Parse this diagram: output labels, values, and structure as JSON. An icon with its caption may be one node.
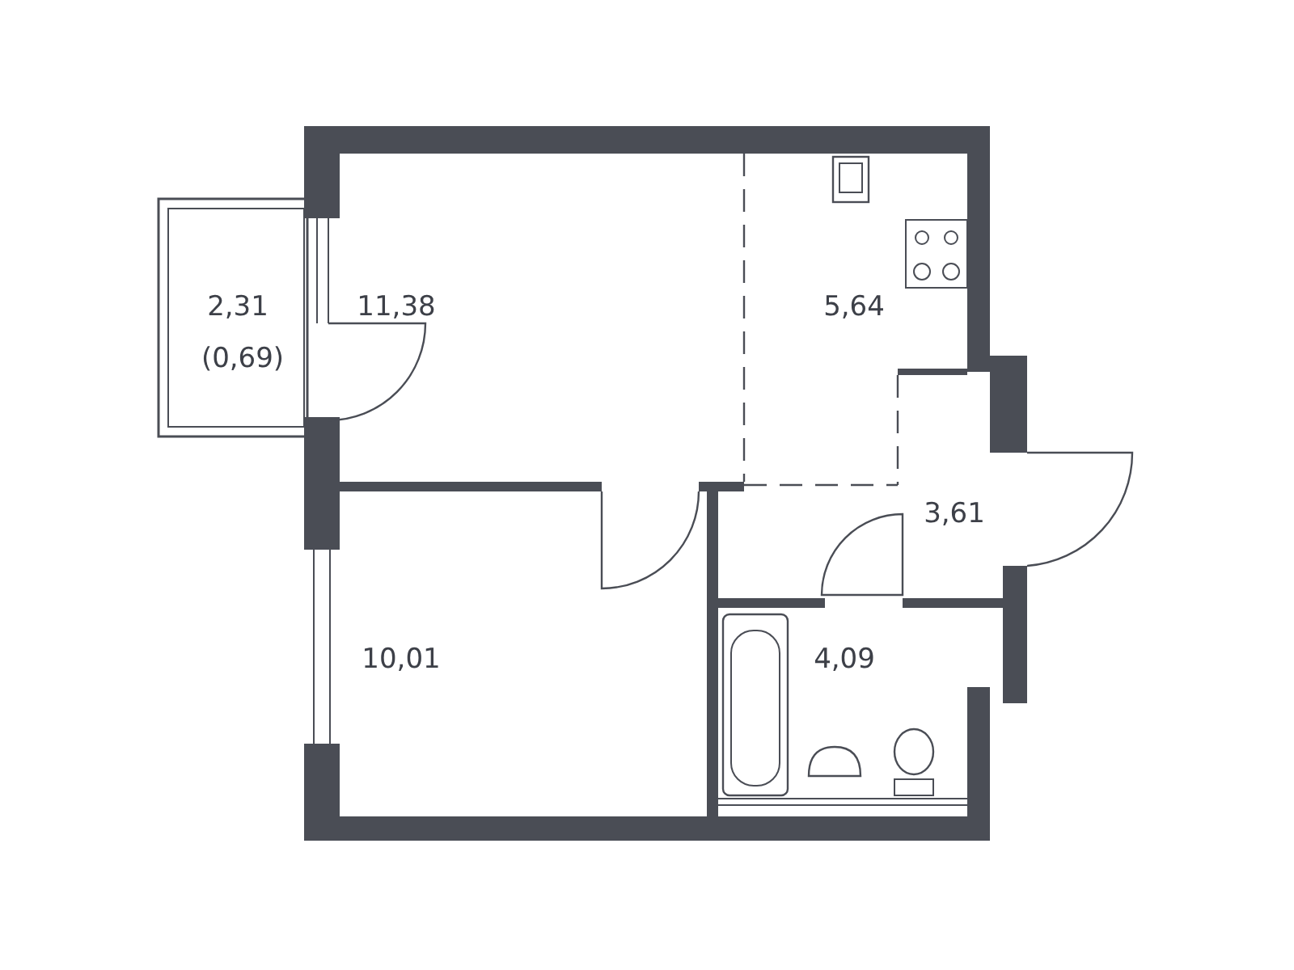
{
  "diagram": {
    "labels": [
      "2,31",
      "(0,69)",
      "11,38",
      "5,64",
      "3,61",
      "4,09",
      "10,01"
    ]
  }
}
